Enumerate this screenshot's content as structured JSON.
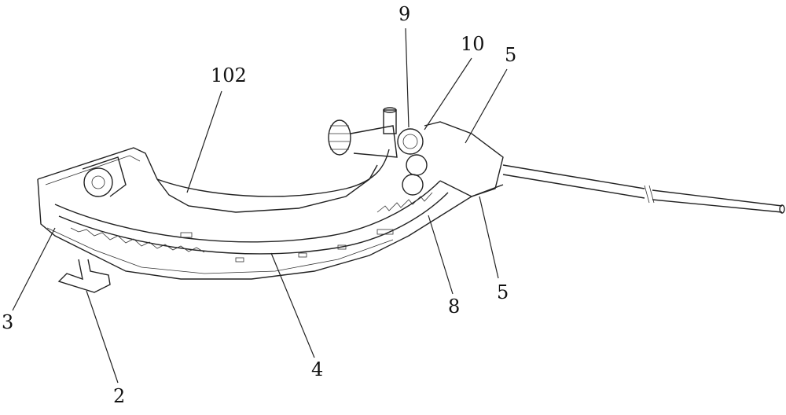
{
  "figure": {
    "labels": {
      "l102": "102",
      "l9": "9",
      "l10": "10",
      "l5_top": "5",
      "l5_bottom": "5",
      "l8": "8",
      "l4": "4",
      "l3": "3",
      "l2": "2"
    }
  }
}
